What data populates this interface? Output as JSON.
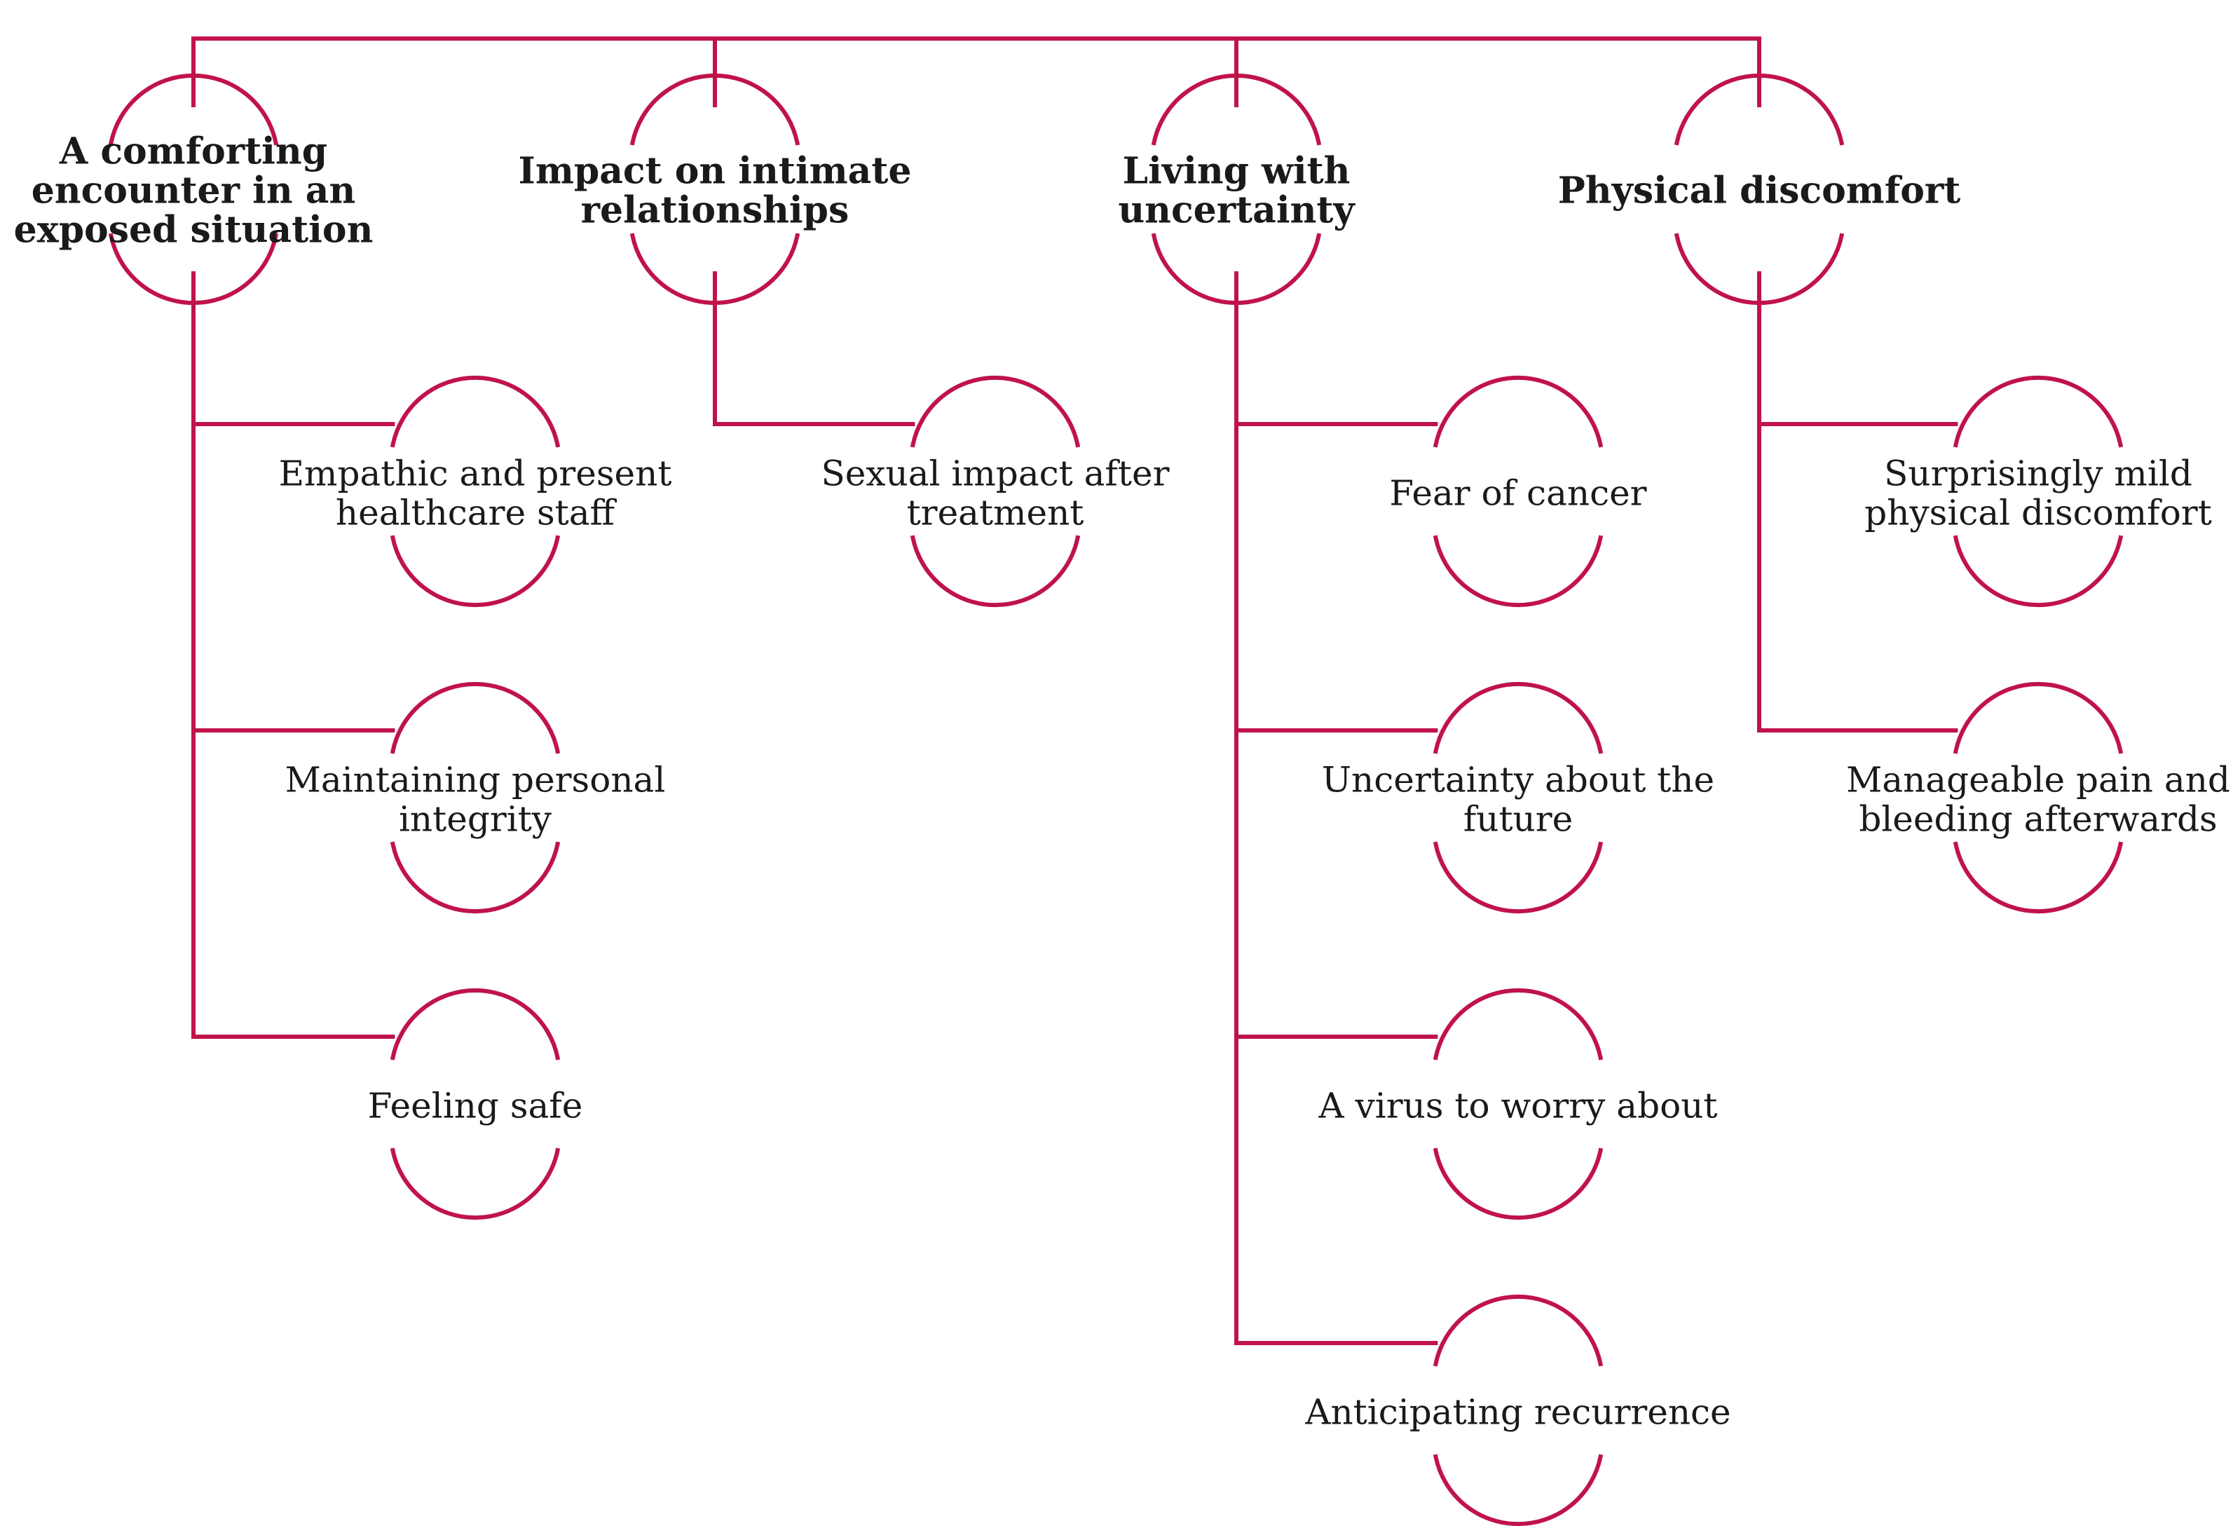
{
  "accent_color": "#c0134a",
  "themes": [
    {
      "label_lines": [
        "A comforting",
        "encounter in an",
        "exposed situation"
      ],
      "subthemes": [
        {
          "label_lines": [
            "Empathic and present",
            "healthcare staff"
          ]
        },
        {
          "label_lines": [
            "Maintaining personal",
            "integrity"
          ]
        },
        {
          "label_lines": [
            "Feeling safe"
          ]
        }
      ]
    },
    {
      "label_lines": [
        "Impact on intimate",
        "relationships"
      ],
      "subthemes": [
        {
          "label_lines": [
            "Sexual impact after",
            "treatment"
          ]
        }
      ]
    },
    {
      "label_lines": [
        "Living with",
        "uncertainty"
      ],
      "subthemes": [
        {
          "label_lines": [
            "Fear of cancer"
          ]
        },
        {
          "label_lines": [
            "Uncertainty about the",
            "future"
          ]
        },
        {
          "label_lines": [
            "A virus to worry about"
          ]
        },
        {
          "label_lines": [
            "Anticipating recurrence"
          ]
        }
      ]
    },
    {
      "label_lines": [
        "Physical discomfort"
      ],
      "subthemes": [
        {
          "label_lines": [
            "Surprisingly mild",
            "physical discomfort"
          ]
        },
        {
          "label_lines": [
            "Manageable pain and",
            "bleeding afterwards"
          ]
        }
      ]
    }
  ]
}
